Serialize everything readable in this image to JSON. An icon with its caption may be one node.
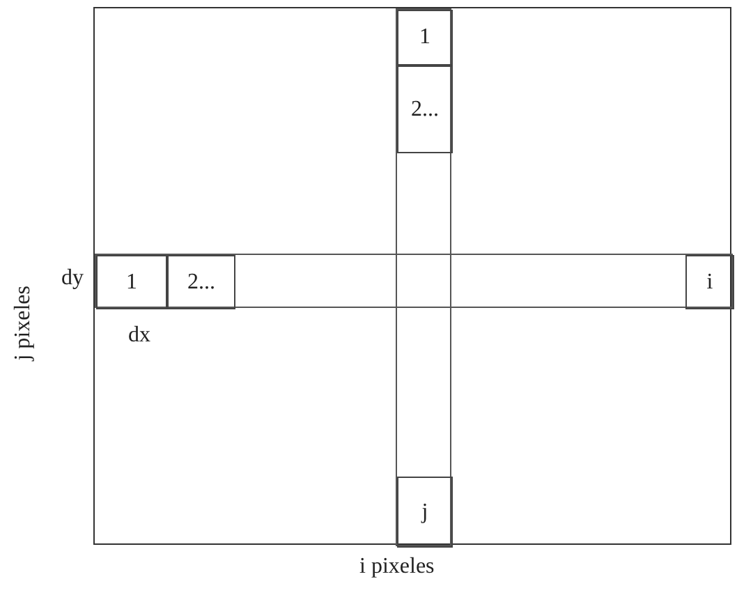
{
  "diagram": {
    "nodes": [
      {
        "text": [],
        "shape": "box"
      },
      {
        "text": [],
        "shape": "bar",
        "in": 0
      },
      {
        "text": [
          "1"
        ],
        "in": 1
      },
      {
        "text": [
          "2..."
        ],
        "in": 1
      },
      {
        "text": [],
        "shape": "bar",
        "in": 0
      },
      {
        "text": [
          "1"
        ],
        "in": 4
      },
      {
        "text": [
          "2..."
        ],
        "in": 4
      },
      {
        "text": [
          "i"
        ],
        "in": 4
      },
      {
        "text": [
          "j"
        ],
        "in": 1
      }
    ],
    "labels": [
      "dy",
      "dx",
      "j pixeles",
      "i pixeles"
    ]
  }
}
